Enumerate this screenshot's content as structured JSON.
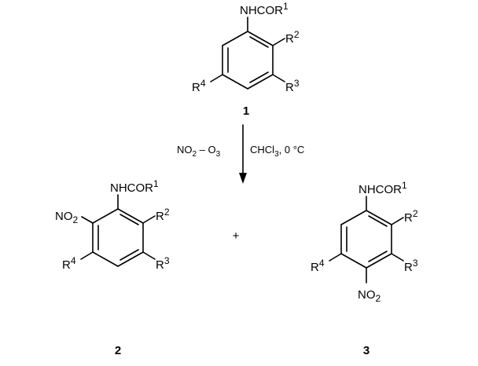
{
  "compounds": {
    "c1": {
      "number": "1",
      "top_label": "NHCOR",
      "top_sup": "1",
      "r2": "R",
      "r2_sup": "2",
      "r3": "R",
      "r3_sup": "3",
      "r4": "R",
      "r4_sup": "4"
    },
    "c2": {
      "number": "2",
      "top_label": "NHCOR",
      "top_sup": "1",
      "no2": "NO",
      "no2_sub": "2",
      "r2": "R",
      "r2_sup": "2",
      "r3": "R",
      "r3_sup": "3",
      "r4": "R",
      "r4_sup": "4"
    },
    "c3": {
      "number": "3",
      "top_label": "NHCOR",
      "top_sup": "1",
      "no2": "NO",
      "no2_sub": "2",
      "r2": "R",
      "r2_sup": "2",
      "r3": "R",
      "r3_sup": "3",
      "r4": "R",
      "r4_sup": "4"
    }
  },
  "reaction": {
    "reagent_a": "NO",
    "reagent_a_sub": "2",
    "reagent_dash": " – O",
    "reagent_b_sub": "3",
    "solvent_prefix": "CHCl",
    "solvent_sub": "3",
    "conditions": ", 0 °C"
  },
  "plus_sign": "+"
}
